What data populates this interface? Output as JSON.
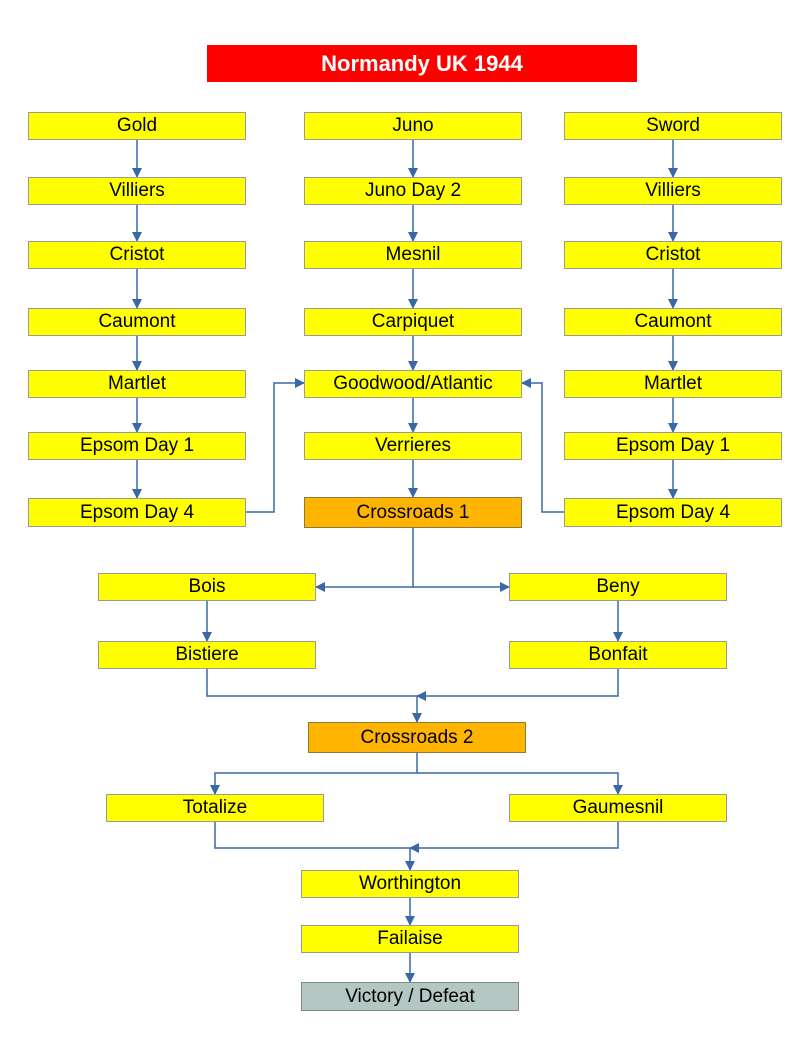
{
  "colors": {
    "title_bg": "#ff0000",
    "node_bg": "#ffff00",
    "crossroads_bg": "#ffb400",
    "final_bg": "#b4c7c3",
    "arrow": "#3a68a6"
  },
  "title": "Normandy UK 1944",
  "nodes": {
    "gold": "Gold",
    "gold_villiers": "Villiers",
    "gold_cristot": "Cristot",
    "gold_caumont": "Caumont",
    "gold_martlet": "Martlet",
    "gold_epsom1": "Epsom Day 1",
    "gold_epsom4": "Epsom Day 4",
    "juno": "Juno",
    "juno_day2": "Juno Day 2",
    "mesnil": "Mesnil",
    "carpiquet": "Carpiquet",
    "goodwood": "Goodwood/Atlantic",
    "verrieres": "Verrieres",
    "crossroads1": "Crossroads 1",
    "sword": "Sword",
    "sword_villiers": "Villiers",
    "sword_cristot": "Cristot",
    "sword_caumont": "Caumont",
    "sword_martlet": "Martlet",
    "sword_epsom1": "Epsom Day 1",
    "sword_epsom4": "Epsom Day 4",
    "bois": "Bois",
    "bistiere": "Bistiere",
    "beny": "Beny",
    "bonfait": "Bonfait",
    "crossroads2": "Crossroads 2",
    "totalize": "Totalize",
    "gaumesnil": "Gaumesnil",
    "worthington": "Worthington",
    "failaise": "Failaise",
    "victory": "Victory / Defeat"
  }
}
